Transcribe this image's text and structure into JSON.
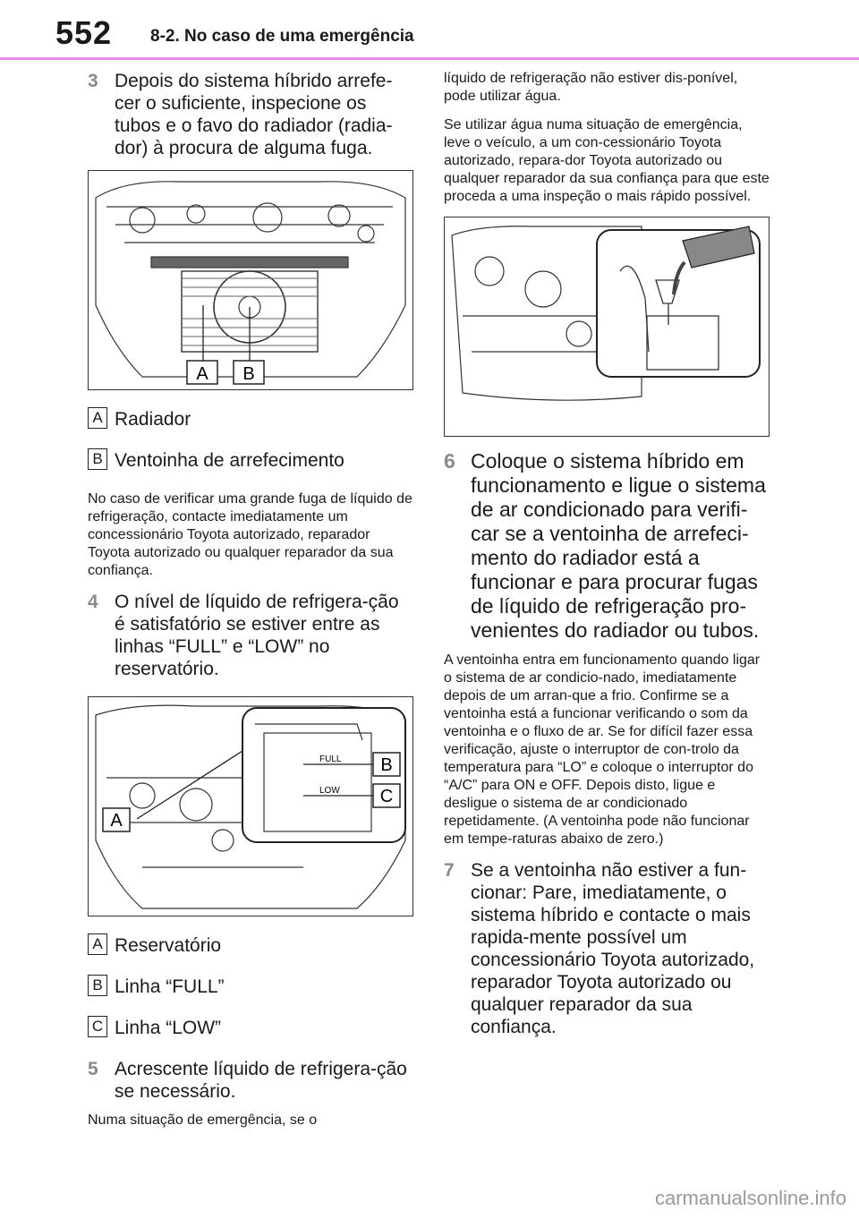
{
  "header": {
    "page_number": "552",
    "section_title": "8-2. No caso de uma emergência"
  },
  "left": {
    "step3": {
      "num": "3",
      "text": "Depois do sistema híbrido arrefe-cer o suficiente, inspecione os tubos e o favo do radiador (radia-dor) à procura de alguma fuga."
    },
    "figure1": {
      "label_a": "A",
      "label_b": "B"
    },
    "legend1": [
      {
        "letter": "A",
        "text": "Radiador"
      },
      {
        "letter": "B",
        "text": "Ventoinha de arrefecimento"
      }
    ],
    "note1": "No caso de verificar uma grande fuga de líquido de refrigeração, contacte imediatamente um concessionário Toyota autorizado, reparador Toyota autorizado ou qualquer reparador da sua confiança.",
    "step4": {
      "num": "4",
      "text": "O nível de líquido de refrigera-ção é satisfatório se estiver entre as linhas “FULL” e “LOW” no reservatório."
    },
    "figure2": {
      "label_a": "A",
      "label_b": "B",
      "label_c": "C",
      "full_mark": "FULL",
      "low_mark": "LOW"
    },
    "legend2": [
      {
        "letter": "A",
        "text": "Reservatório"
      },
      {
        "letter": "B",
        "text": "Linha “FULL”"
      },
      {
        "letter": "C",
        "text": "Linha “LOW”"
      }
    ],
    "step5": {
      "num": "5",
      "text": "Acrescente líquido de refrigera-ção se necessário."
    },
    "note5_start": "Numa situação de emergência, se o"
  },
  "right": {
    "note5_cont": "líquido de refrigeração não estiver dis-ponível, pode utilizar água.",
    "note5b": "Se utilizar água numa situação de emergência, leve o veículo, a um con-cessionário Toyota autorizado, repara-dor Toyota autorizado ou qualquer reparador da sua confiança para que este proceda a uma inspeção o mais rápido possível.",
    "step6": {
      "num": "6",
      "text": "Coloque o sistema híbrido em funcionamento e ligue o sistema de ar condicionado para verifi-car se a ventoinha de arrefeci-mento do radiador está a funcionar e para procurar fugas de líquido de refrigeração pro-venientes do radiador ou tubos."
    },
    "note6": "A ventoinha entra em funcionamento quando ligar o sistema de ar condicio-nado, imediatamente depois de um arran-que a frio. Confirme se a ventoinha está a funcionar verificando o som da ventoinha e o fluxo de ar. Se for difícil fazer essa verificação, ajuste o interruptor de con-trolo da temperatura para “LO” e coloque o interruptor do “A/C” para ON e OFF. Depois disto, ligue e desligue o sistema de ar condicionado repetidamente. (A ventoinha pode não funcionar em tempe-raturas abaixo de zero.)",
    "step7": {
      "num": "7",
      "text": "Se a ventoinha não estiver a fun-cionar: Pare, imediatamente, o sistema híbrido e contacte o mais rapida-mente possível um concessionário Toyota autorizado, reparador Toyota autorizado ou qualquer reparador da sua confiança."
    }
  },
  "footer": {
    "watermark": "carmanualsonline.info"
  }
}
